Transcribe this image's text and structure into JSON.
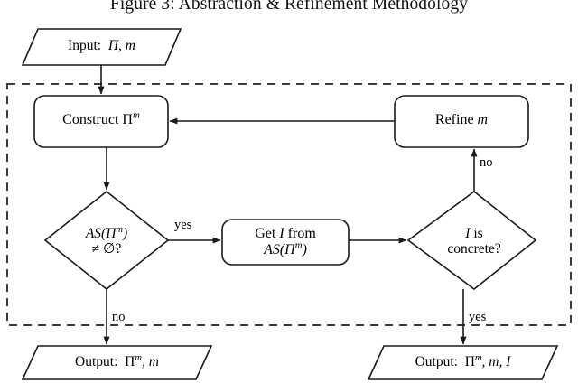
{
  "figure": {
    "caption": "Figure 3: Abstraction & Refinement Methodology",
    "caption_number": "Figure 3",
    "caption_text": "Abstraction & Refinement Methodology"
  },
  "diagram": {
    "type": "flowchart",
    "stroke_color": "#1a1a1a",
    "fill_color": "#ffffff",
    "dashed_region_label": "",
    "nodes": [
      {
        "id": "input",
        "shape": "parallelogram",
        "label_plain": "Input:  Π, m",
        "label_prefix": "Input:",
        "label_body": "Π, m"
      },
      {
        "id": "construct",
        "shape": "rounded-rect",
        "label_plain": "Construct Π^m",
        "label_prefix": "Construct",
        "label_base": "Π",
        "label_sup": "m"
      },
      {
        "id": "refine",
        "shape": "rounded-rect",
        "label_plain": "Refine m",
        "label_prefix": "Refine",
        "label_var": "m"
      },
      {
        "id": "decision-as",
        "shape": "diamond",
        "label_plain": "AS(Π^m) ≠ ∅?",
        "label_line1_base": "AS(Π",
        "label_line1_sup": "m",
        "label_line1_tail": ")",
        "label_line2": "≠ ∅?"
      },
      {
        "id": "get-i",
        "shape": "rounded-rect",
        "label_plain": "Get I from AS(Π^m)",
        "label_line1_prefix": "Get",
        "label_line1_var": "I",
        "label_line1_suffix": "from",
        "label_line2_base": "AS(Π",
        "label_line2_sup": "m",
        "label_line2_tail": ")"
      },
      {
        "id": "decision-concrete",
        "shape": "diamond",
        "label_plain": "I is concrete?",
        "label_line1_var": "I",
        "label_line1_rest": "is",
        "label_line2": "concrete?"
      },
      {
        "id": "output-left",
        "shape": "parallelogram",
        "label_plain": "Output:  Π^m, m",
        "label_prefix": "Output:",
        "label_base": "Π",
        "label_sup": "m",
        "label_tail": ", m"
      },
      {
        "id": "output-right",
        "shape": "parallelogram",
        "label_plain": "Output:  Π^m, m, I",
        "label_prefix": "Output:",
        "label_base": "Π",
        "label_sup": "m",
        "label_tail": ", m, I"
      }
    ],
    "edge_labels": {
      "as_yes": "yes",
      "as_no": "no",
      "concrete_no": "no",
      "concrete_yes": "yes"
    }
  }
}
